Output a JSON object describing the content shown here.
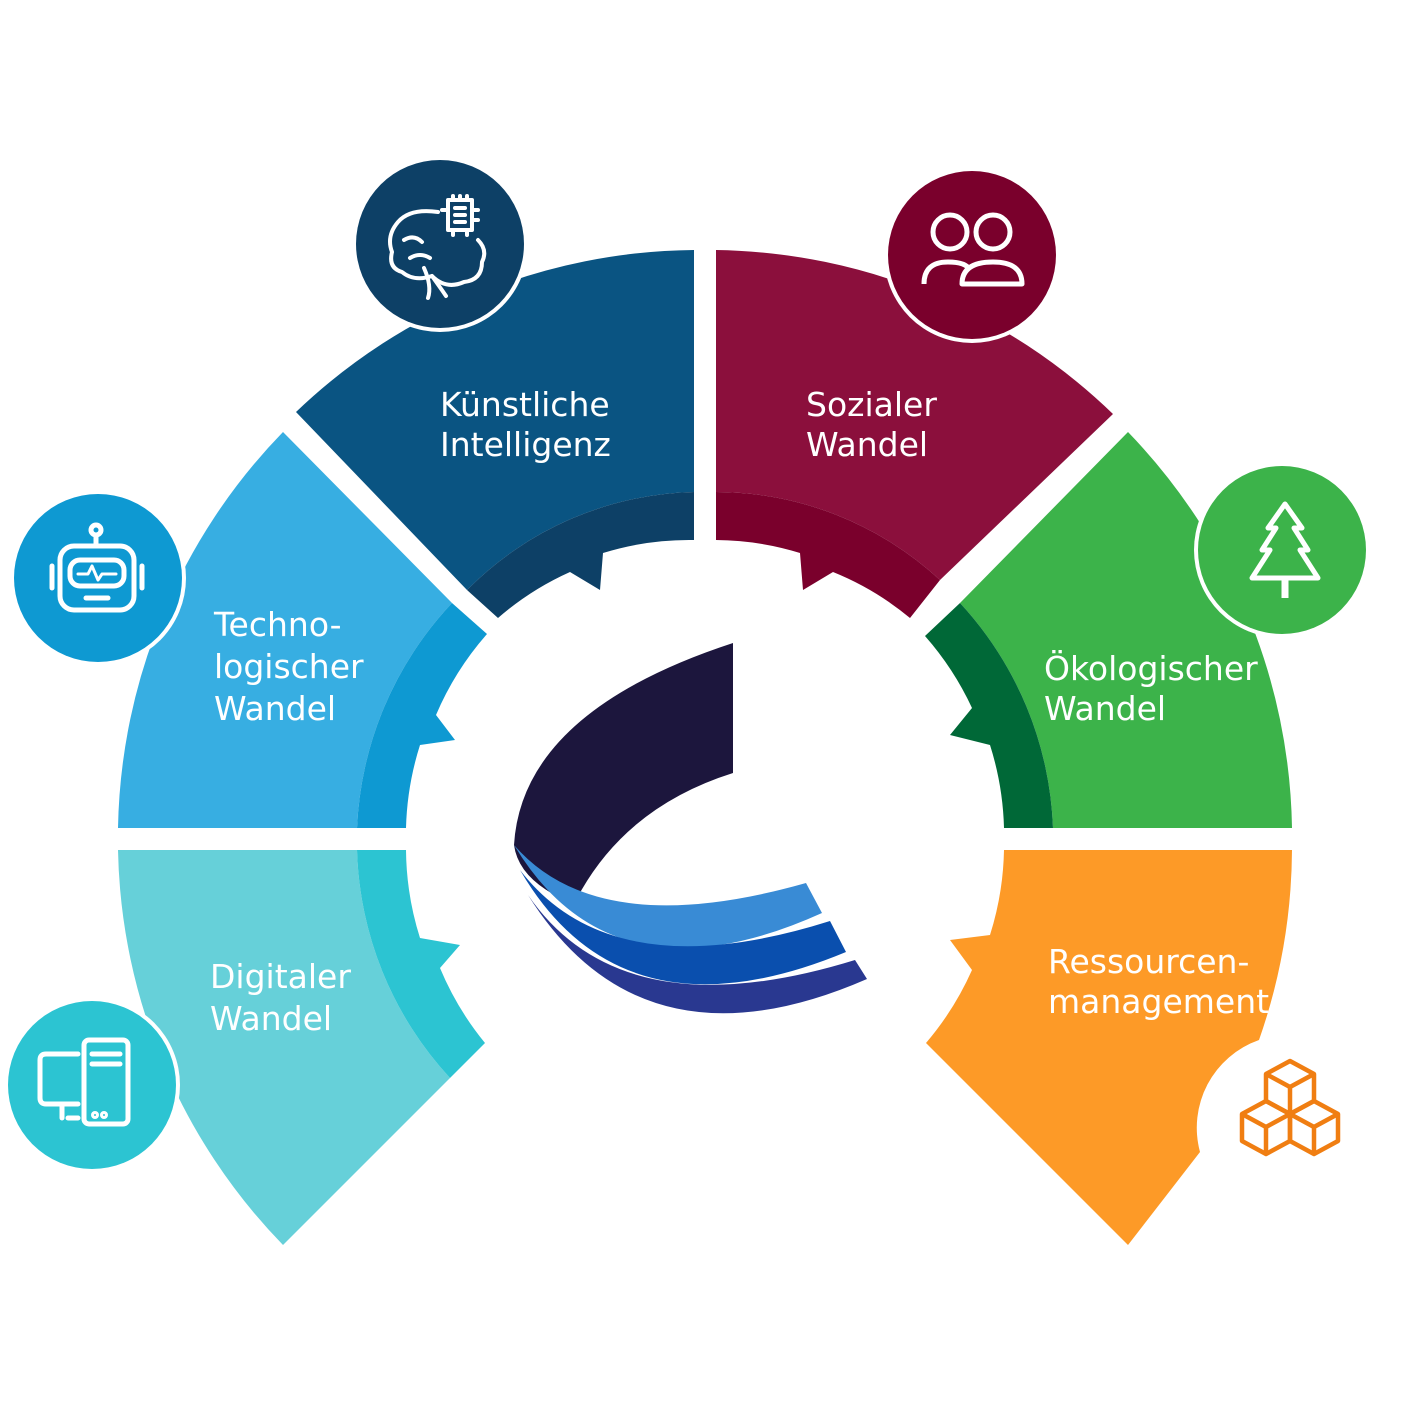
{
  "segments": [
    {
      "id": "ki",
      "label_lines": [
        "Künstliche",
        "Intelligenz"
      ],
      "icon": "brain-chip-icon",
      "outer_color": "#0a5482",
      "inner_color": "#0d4066",
      "icon_color": "#0d4066"
    },
    {
      "id": "sozial",
      "label_lines": [
        "Sozialer",
        "Wandel"
      ],
      "icon": "people-icon",
      "outer_color": "#8b0f3c",
      "inner_color": "#7a002c",
      "icon_color": "#7a002c"
    },
    {
      "id": "tech",
      "label_lines": [
        "Techno-",
        "logischer",
        "Wandel"
      ],
      "icon": "robot-icon",
      "outer_color": "#37aee2",
      "inner_color": "#0e99d2",
      "icon_color": "#0e99d2"
    },
    {
      "id": "oeko",
      "label_lines": [
        "Ökologischer",
        "Wandel"
      ],
      "icon": "tree-icon",
      "outer_color": "#3cb34a",
      "inner_color": "#006837",
      "icon_color": "#3cb34a"
    },
    {
      "id": "digital",
      "label_lines": [
        "Digitaler",
        "Wandel"
      ],
      "icon": "devices-icon",
      "outer_color": "#66d0d9",
      "inner_color": "#2cc4d2",
      "icon_color": "#2cc4d2"
    },
    {
      "id": "ressourcen",
      "label_lines": [
        "Ressourcen-",
        "management"
      ],
      "icon": "cubes-icon",
      "outer_color": "#fd9a27",
      "inner_color": "#fd9a27",
      "icon_color": "#f07e12"
    }
  ],
  "logo": {
    "icon": "center-logo-icon",
    "colors": [
      "#1c163d",
      "#398bd5",
      "#0a4fae",
      "#293890"
    ]
  }
}
